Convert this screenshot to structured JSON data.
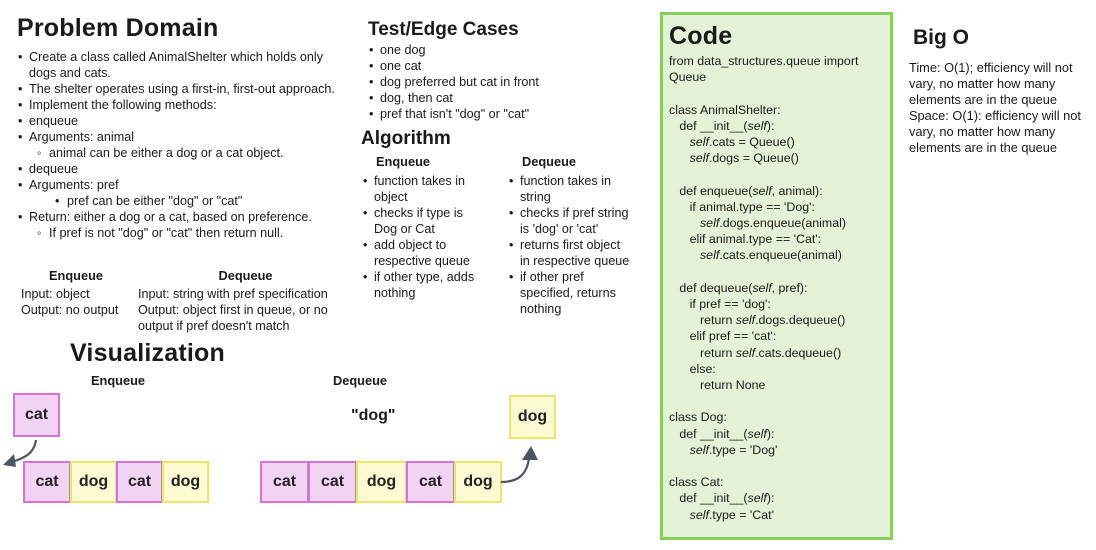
{
  "problem_domain": {
    "title": "Problem Domain",
    "items": [
      "Create a class called AnimalShelter which holds only dogs and cats.",
      "The shelter operates using a first-in, first-out approach.",
      "Implement the following methods:",
      "enqueue",
      "Arguments: animal",
      "animal can be either a dog or a cat object.",
      "dequeue",
      "Arguments: pref",
      "pref can be either \"dog\" or \"cat\"",
      "Return: either a dog or a cat, based on preference.",
      "If pref is not \"dog\" or \"cat\" then return null."
    ],
    "enqueue": {
      "title": "Enqueue",
      "input": "Input: object",
      "output": "Output: no output"
    },
    "dequeue": {
      "title": "Dequeue",
      "input": "Input: string with pref specification",
      "output1": "Output: object first in queue, or no",
      "output2": "output if pref doesn't match"
    }
  },
  "test_cases": {
    "title": "Test/Edge Cases",
    "items": [
      "one dog",
      "one cat",
      "dog preferred but cat in front",
      "dog, then cat",
      "pref that isn't \"dog\" or \"cat\""
    ]
  },
  "algorithm": {
    "title": "Algorithm",
    "enqueue_title": "Enqueue",
    "enqueue_items": [
      "function takes in object",
      "checks if type is Dog or Cat",
      "add object to respective queue",
      "if other type, adds nothing"
    ],
    "dequeue_title": "Dequeue",
    "dequeue_items": [
      "function takes in string",
      "checks if pref string is 'dog' or 'cat'",
      "returns first object in respective queue",
      "if other pref specified, returns nothing"
    ]
  },
  "code": {
    "title": "Code",
    "lines": [
      "from data_structures.queue import",
      "Queue",
      "",
      "class AnimalShelter:",
      "   def __init__(self):",
      "      self.cats = Queue()",
      "      self.dogs = Queue()",
      "",
      "   def enqueue(self, animal):",
      "      if animal.type == 'Dog':",
      "         self.dogs.enqueue(animal)",
      "      elif animal.type == 'Cat':",
      "         self.cats.enqueue(animal)",
      "",
      "   def dequeue(self, pref):",
      "      if pref == 'dog':",
      "         return self.dogs.dequeue()",
      "      elif pref == 'cat':",
      "         return self.cats.dequeue()",
      "      else:",
      "         return None",
      "",
      "class Dog:",
      "   def __init__(self):",
      "      self.type = 'Dog'",
      "",
      "class Cat:",
      "   def __init__(self):",
      "      self.type = 'Cat'"
    ]
  },
  "big_o": {
    "title": "Big O",
    "time": "Time: O(1); efficiency will not vary, no matter how many elements are in the queue",
    "space": "Space: O(1): efficiency will not vary, no matter how many elements are in the queue"
  },
  "visualization": {
    "title": "Visualization",
    "enqueue_label": "Enqueue",
    "dequeue_label": "Dequeue",
    "dequeue_pref": "\"dog\"",
    "enqueue_new": "cat",
    "enqueue_queue": [
      "cat",
      "dog",
      "cat",
      "dog"
    ],
    "dequeue_queue": [
      "cat",
      "cat",
      "dog",
      "cat",
      "dog"
    ],
    "dequeue_out": "dog"
  }
}
